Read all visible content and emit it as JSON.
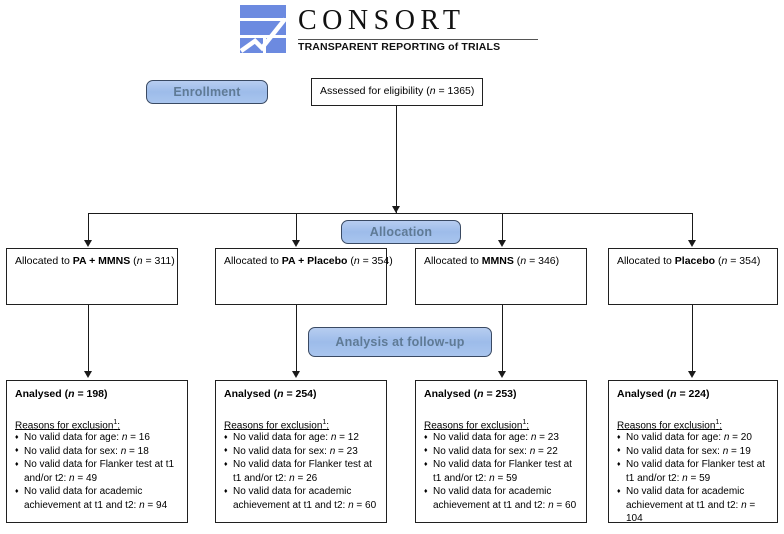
{
  "logo": {
    "wordmark": "CONSORT",
    "tagline_pre": "TRANSPARENT REPORTING ",
    "tagline_of": "of",
    "tagline_post": " TRIALS",
    "mark_name": "consort-checkmark-logo",
    "mark_color": "#6c8ae0",
    "text_color": "#111111"
  },
  "stages": {
    "enrollment": "Enrollment",
    "allocation": "Allocation",
    "analysis": "Analysis at follow-up",
    "pill_fill": "#a9c5ee",
    "pill_text": "#5f7a95",
    "pill_border": "#3a4a63"
  },
  "enrollment_box": {
    "text_pre": "Assessed for eligibility (",
    "n_italic": "n",
    "text_post": " = 1365)",
    "n_value": 1365
  },
  "allocation_boxes": [
    {
      "label_pre": "Allocated to ",
      "group": "PA + MMNS",
      "paren_open": " (",
      "n_italic": "n",
      "paren_close": " = 311)",
      "n_value": 311
    },
    {
      "label_pre": "Allocated to ",
      "group": "PA + Placebo",
      "paren_open": " (",
      "n_italic": "n",
      "paren_close": " = 354)",
      "n_value": 354
    },
    {
      "label_pre": "Allocated to ",
      "group": "MMNS",
      "paren_open": " (",
      "n_italic": "n",
      "paren_close": " = 346)",
      "n_value": 346
    },
    {
      "label_pre": "Allocated to ",
      "group": "Placebo",
      "paren_open": "  (",
      "n_italic": "n",
      "paren_close": " = 354)",
      "n_value": 354
    }
  ],
  "analysis_boxes": [
    {
      "head_pre": "Analysed (",
      "head_italic": "n",
      "head_post": " = 198)",
      "n_value": 198,
      "reasons_label": "Reasons for exclusion",
      "reasons_footnote": "1",
      "reasons_colon": ":",
      "items": [
        {
          "text_pre": "No valid data for age: ",
          "n_italic": "n",
          "text_post": " = 16",
          "n_value": 16
        },
        {
          "text_pre": "No valid data for sex: ",
          "n_italic": "n",
          "text_post": " = 18",
          "n_value": 18
        },
        {
          "text_pre": "No valid data for Flanker test at t1 and/or t2: ",
          "n_italic": "n",
          "text_post": " = 49",
          "n_value": 49
        },
        {
          "text_pre": "No valid data for academic achievement at t1 and t2: ",
          "n_italic": "n",
          "text_post": " = 94",
          "n_value": 94
        }
      ]
    },
    {
      "head_pre": "Analysed (",
      "head_italic": "n",
      "head_post": " = 254)",
      "n_value": 254,
      "reasons_label": "Reasons for exclusion",
      "reasons_footnote": "1",
      "reasons_colon": ":",
      "items": [
        {
          "text_pre": "No valid data for age: ",
          "n_italic": "n",
          "text_post": " = 12",
          "n_value": 12
        },
        {
          "text_pre": "No valid data for sex: ",
          "n_italic": "n",
          "text_post": " = 23",
          "n_value": 23
        },
        {
          "text_pre": "No valid data for Flanker test at t1 and/or t2: ",
          "n_italic": "n",
          "text_post": " = 26",
          "n_value": 26
        },
        {
          "text_pre": "No valid data for academic achievement at t1 and t2: ",
          "n_italic": "n",
          "text_post": " = 60",
          "n_value": 60
        }
      ]
    },
    {
      "head_pre": "Analysed (",
      "head_italic": "n",
      "head_post": " = 253)",
      "n_value": 253,
      "reasons_label": "Reasons for exclusion",
      "reasons_footnote": "1",
      "reasons_colon": ":",
      "items": [
        {
          "text_pre": "No valid data for age: ",
          "n_italic": "n",
          "text_post": " = 23",
          "n_value": 23
        },
        {
          "text_pre": "No valid data for sex: ",
          "n_italic": "n",
          "text_post": " = 22",
          "n_value": 22
        },
        {
          "text_pre": "No valid data for Flanker test at t1 and/or t2: ",
          "n_italic": "n",
          "text_post": " = 59",
          "n_value": 59
        },
        {
          "text_pre": "No valid data for academic achievement at t1 and t2: ",
          "n_italic": "n",
          "text_post": " = 60",
          "n_value": 60
        }
      ]
    },
    {
      "head_pre": "Analysed (",
      "head_italic": "n",
      "head_post": " = 224)",
      "n_value": 224,
      "reasons_label": "Reasons for exclusion",
      "reasons_footnote": "1",
      "reasons_colon": ":",
      "items": [
        {
          "text_pre": "No valid data for age: ",
          "n_italic": "n",
          "text_post": " = 20",
          "n_value": 20
        },
        {
          "text_pre": "No valid data for sex: ",
          "n_italic": "n",
          "text_post": " = 19",
          "n_value": 19
        },
        {
          "text_pre": "No valid data for Flanker test at t1 and/or t2: ",
          "n_italic": "n",
          "text_post": " = 59",
          "n_value": 59
        },
        {
          "text_pre": "No valid data for academic achievement at t1 and t2: ",
          "n_italic": "n",
          "text_post": " = 104",
          "n_value": 104
        }
      ]
    }
  ]
}
